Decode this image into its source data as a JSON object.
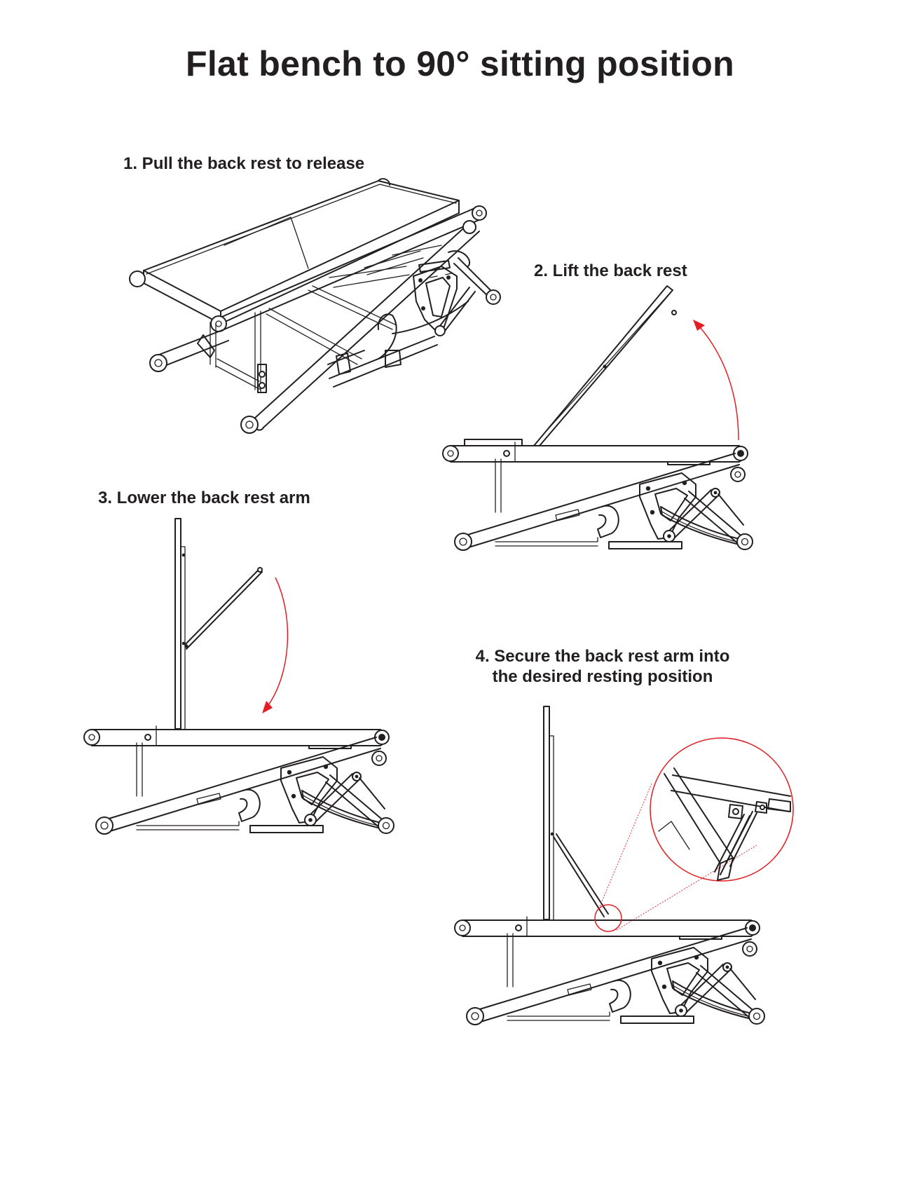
{
  "title": "Flat bench to 90° sitting position",
  "steps": [
    {
      "label": "1. Pull the back rest to release"
    },
    {
      "label": "2. Lift the back rest"
    },
    {
      "label": "3. Lower the back rest arm"
    },
    {
      "label": "4. Secure the back rest arm into",
      "label_line2": "the desired resting position"
    }
  ],
  "colors": {
    "line": "#231f20",
    "arrow": "#e31e24",
    "background": "#ffffff"
  }
}
